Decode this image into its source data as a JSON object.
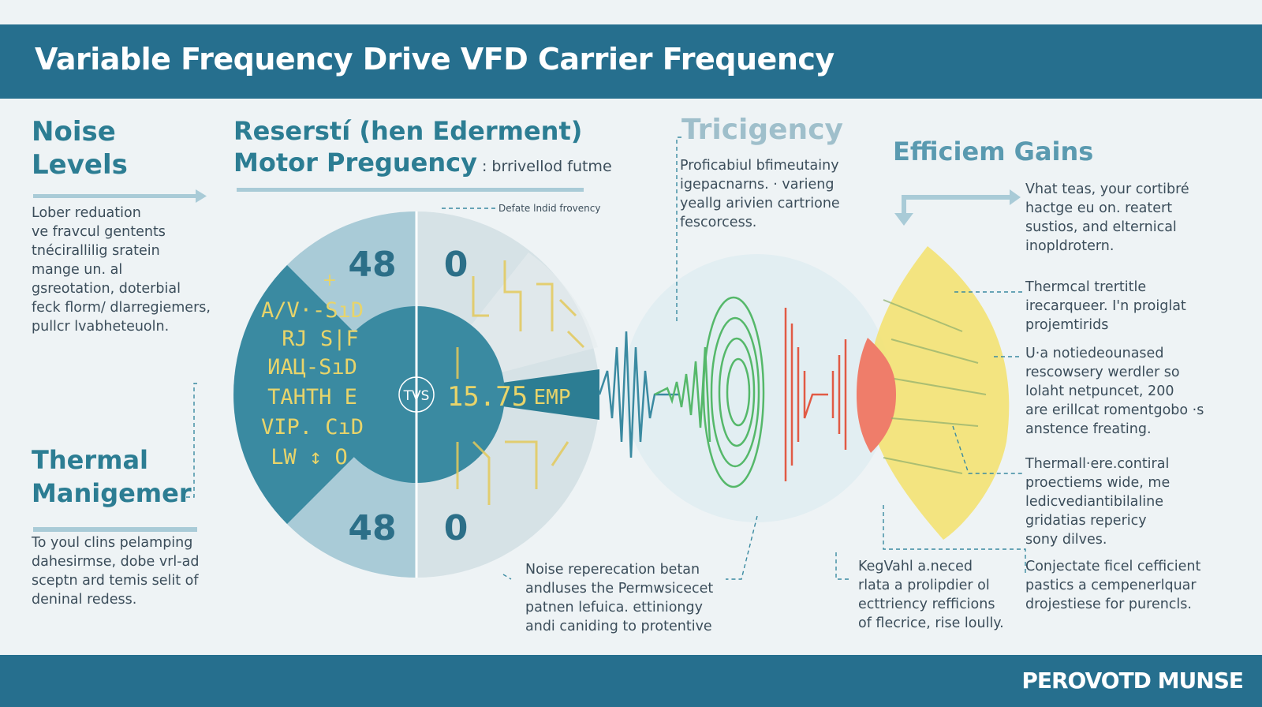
{
  "title": "Variable Frequency Drive VFD Carrier Frequency",
  "brand": "PEROVOTD MUNSE",
  "noise": {
    "heading": "Noise\nLevels",
    "body": "Lober reduation\nve fravcul gentents\ntnécirallilig sratein\nmange un. al\ngsreotation, doterbial\nfeck florm/ dlarregiemers,\npullcr lvabheteuoln."
  },
  "thermal": {
    "heading": "Thermal\nManigemer",
    "body": "To youl clins pelamping\ndahesirmse, dobe vrl-ad\nsceptn ard temis selit of\ndeninal redess."
  },
  "motor": {
    "heading_line1": "Reserstí (hen Ederment)",
    "heading_line2": "Motor Preguency",
    "subtitle": ": brrivellod futme",
    "callout": "Defate lndid frovency"
  },
  "tricigency": {
    "heading": "Tricigency",
    "body": "Proficabiul bfimeutainy\nigepacnarns. · varieng\nyeallg arivien cartrione\nfescorcess."
  },
  "efficiency": {
    "heading": "Efficiem Gains",
    "body": "Vhat teas, your cortibré\nhactge eu on. reatert\nsustios, and elternical\ninopldrotern."
  },
  "right_notes": [
    "Thermcal trertitle\nirecarqueer. I'n proiglat\nprojemtirids",
    "U·a notiedeounased\nrescowsery werdler so\nlolaht netpuncet, 200\nare erillcat romentgobo ·s\nanstence freating.",
    "Thermall·ere.contiral\nproectiems wide, me\nledicvediantibilaline\ngridatias repericy\nsony dilves."
  ],
  "bottom_notes": [
    "Noise reperecation betan\nandluses the Permwsicecet\npatnen lefuica. ettiniongy\nandi caniding to protentive",
    "KegVahl a.neced\nrlata a prolipdier ol\necttriency refficions\nof flecrice, rise loully.",
    "Conjectate ficel cefficient\npastics a cempenerlquar\ndrojestiese for purencls."
  ],
  "chart": {
    "top_left_value": "48",
    "top_right_value": "0",
    "bottom_left_value": "48",
    "bottom_right_value": "0",
    "center_label": "TVS",
    "center_value": "15.75",
    "center_unit": "EMP",
    "left_labels": [
      "A/V·-SıD",
      "RJ  S|F",
      "ИАЦ-SıD",
      "TAHTH E",
      "VІP. CıD",
      "LW ↕ O"
    ],
    "top_marker": "+"
  },
  "colors": {
    "header": "#266f8e",
    "teal": "#3a8aa1",
    "light_teal": "#a9cbd7",
    "pale": "#d6e2e6",
    "green": "#55b86a",
    "red": "#e15a45",
    "yellow": "#f3e273",
    "gold": "#e3c95b"
  }
}
